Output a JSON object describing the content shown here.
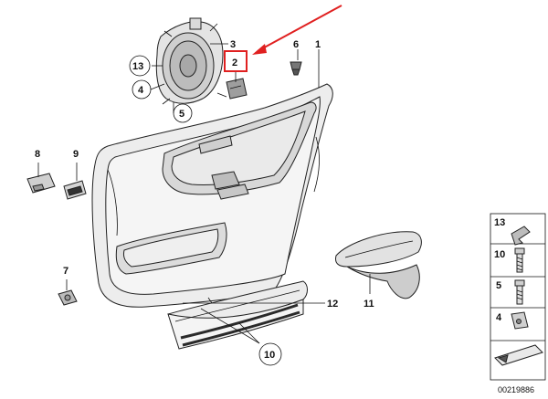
{
  "callouts": {
    "c1": "1",
    "c2": "2",
    "c3": "3",
    "c4": "4",
    "c5": "5",
    "c6": "6",
    "c7": "7",
    "c8": "8",
    "c9": "9",
    "c10": "10",
    "c11": "11",
    "c12": "12",
    "c13": "13"
  },
  "legend": {
    "items": [
      "13",
      "10",
      "5",
      "4"
    ]
  },
  "diagram_code": "00219886",
  "colors": {
    "highlight": "#e02020",
    "line": "#111111",
    "panel_fill": "#e6e6e6",
    "stripe": "#2a2a2a"
  }
}
